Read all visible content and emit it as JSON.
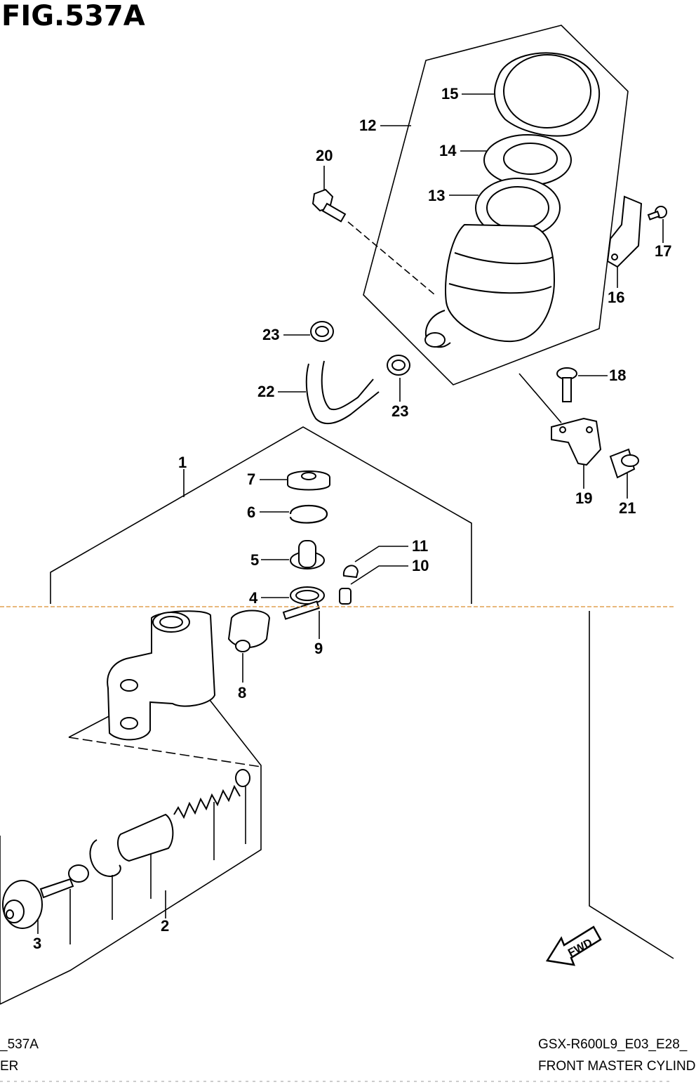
{
  "figure_title": "FIG.537A",
  "fwd_label": "FWD",
  "callouts": [
    {
      "id": "c1",
      "label": "1"
    },
    {
      "id": "c2",
      "label": "2"
    },
    {
      "id": "c3",
      "label": "3"
    },
    {
      "id": "c4",
      "label": "4"
    },
    {
      "id": "c5",
      "label": "5"
    },
    {
      "id": "c6",
      "label": "6"
    },
    {
      "id": "c7",
      "label": "7"
    },
    {
      "id": "c8",
      "label": "8"
    },
    {
      "id": "c9",
      "label": "9"
    },
    {
      "id": "c10",
      "label": "10"
    },
    {
      "id": "c11",
      "label": "11"
    },
    {
      "id": "c12",
      "label": "12"
    },
    {
      "id": "c13",
      "label": "13"
    },
    {
      "id": "c14",
      "label": "14"
    },
    {
      "id": "c15",
      "label": "15"
    },
    {
      "id": "c16",
      "label": "16"
    },
    {
      "id": "c17",
      "label": "17"
    },
    {
      "id": "c18",
      "label": "18"
    },
    {
      "id": "c19",
      "label": "19"
    },
    {
      "id": "c20",
      "label": "20"
    },
    {
      "id": "c21",
      "label": "21"
    },
    {
      "id": "c22",
      "label": "22"
    },
    {
      "id": "c23a",
      "label": "23"
    },
    {
      "id": "c23b",
      "label": "23"
    }
  ],
  "footer": {
    "left_code": "_537A",
    "left_name": "ER",
    "right_model": "GSX-R600L9_E03_E28_",
    "right_name": "FRONT MASTER CYLIND"
  }
}
